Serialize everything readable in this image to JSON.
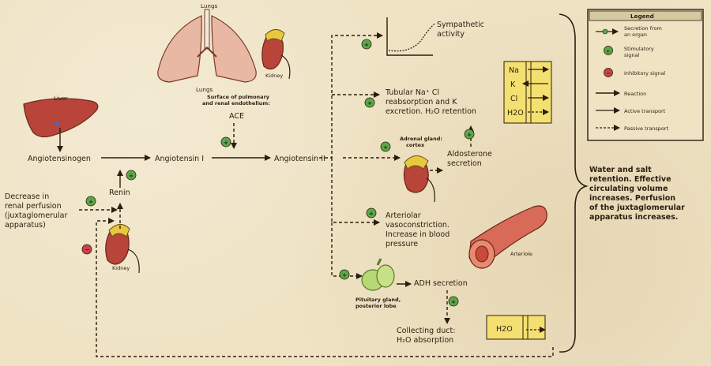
{
  "legend": {
    "title": "Legend",
    "items": [
      {
        "label": "Secretion from an organ"
      },
      {
        "label": "Stimulatory signal"
      },
      {
        "label": "Inhibitory signal"
      },
      {
        "label": "Reaction"
      },
      {
        "label": "Active transport"
      },
      {
        "label": "Passive transport"
      }
    ]
  },
  "organs": {
    "liver": "Liver",
    "lungs": "Lungs",
    "kidney_top": "Kidney",
    "kidney_left": "Kidney",
    "adrenal": "Adrenal gland: cortex",
    "pituitary": "Pituitary gland, posterior lobe",
    "arteriole": "Arteriole"
  },
  "nodes": {
    "angiotensinogen": "Angiotensinogen",
    "angiotensin1": "Angiotensin I",
    "angiotensin2": "Angiotensin II",
    "renin": "Renin",
    "ace_surface": "Surface of pulmonary and renal endothelium:",
    "ace": "ACE",
    "decrease": "Decrease in renal perfusion (juxtaglomerular apparatus)",
    "sympathetic": "Sympathetic activity",
    "tubular": "Tubular Na+ Cl- reabsorption and K excretion. H2O retention",
    "aldosterone": "Aldosterone secretion",
    "arteriolar": "Arteriolar vasoconstriction. Increase in blood pressure",
    "adh": "ADH secretion",
    "collecting": "Collecting duct: H2O absorption",
    "result": "Water and salt retention. Effective circulating volume increases. Perfusion of the juxtaglomerular apparatus increases."
  },
  "ions": [
    "Na",
    "K",
    "Cl",
    "H2O"
  ],
  "collecting_ion": "H2O",
  "colors": {
    "stimulatory": "#5aa84a",
    "inhibitory": "#c8424a",
    "organ": "#b8443a",
    "lung": "#e8b8a4",
    "adrenal": "#e8c840",
    "pituitary": "#b8d878"
  }
}
